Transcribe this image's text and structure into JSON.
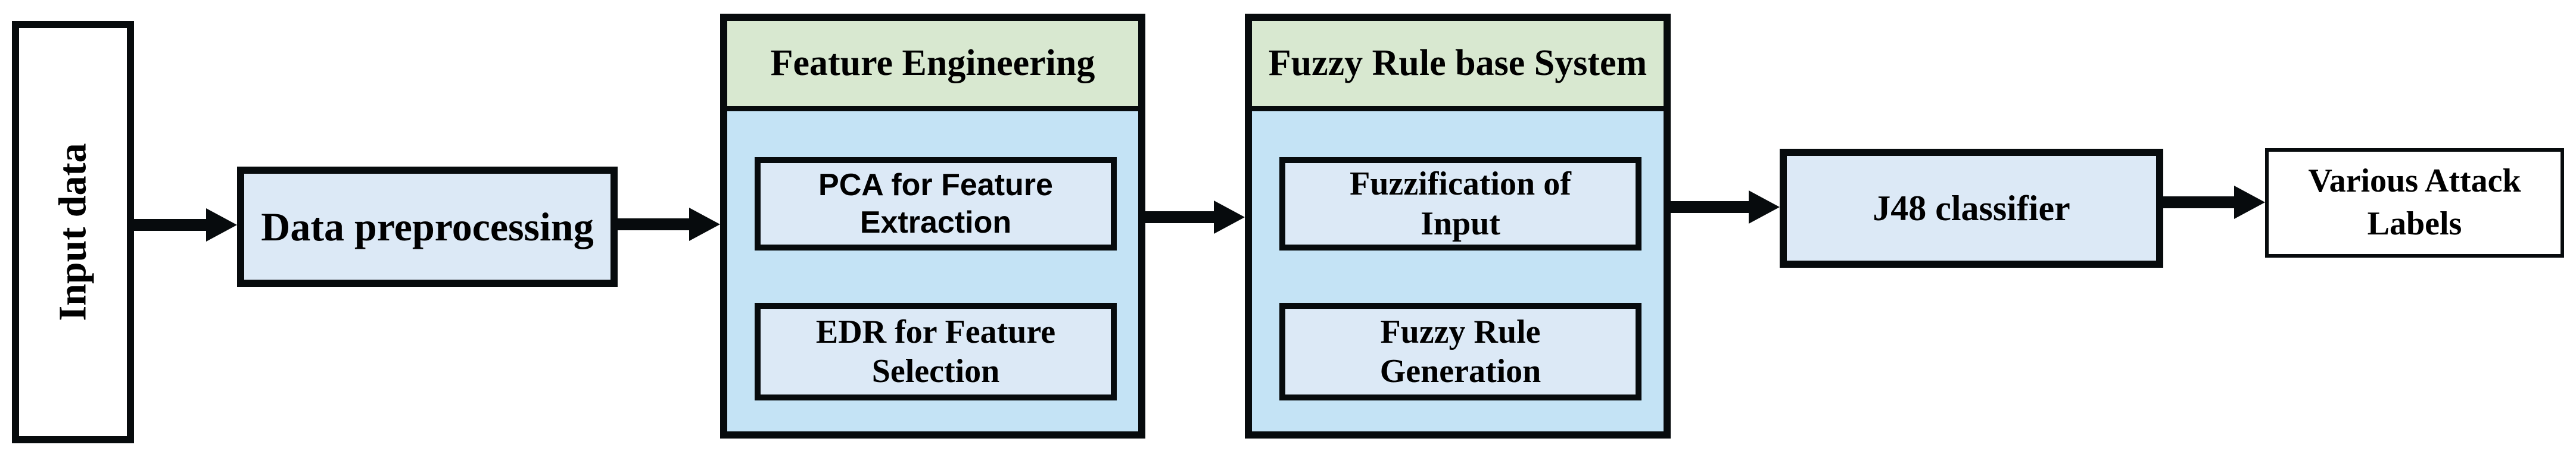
{
  "figure": {
    "type": "flow-diagram",
    "colors": {
      "border_and_arrows": "#070b0d",
      "light_blue_fill": "#dce9f6",
      "container_body_fill": "#c4e3f5",
      "header_green_fill": "#d8e8d0",
      "white_fill": "#ffffff",
      "text_color": "#000000",
      "background": "#ffffff"
    },
    "nodes": {
      "input": {
        "label": "Input data"
      },
      "preprocessing": {
        "label": "Data preprocessing"
      },
      "feature_engineering": {
        "title": "Feature Engineering",
        "pca": {
          "line1": "PCA for Feature",
          "line2": "Extraction"
        },
        "edr": {
          "line1": "EDR for Feature",
          "line2": "Selection"
        }
      },
      "fuzzy_system": {
        "title": "Fuzzy Rule base System",
        "fuzzification": {
          "line1": "Fuzzification of",
          "line2": "Input"
        },
        "rule_generation": {
          "line1": "Fuzzy Rule",
          "line2": "Generation"
        }
      },
      "classifier": {
        "label": "J48 classifier"
      },
      "output": {
        "line1": "Various Attack",
        "line2": "Labels"
      }
    },
    "edges": [
      "input -> preprocessing",
      "preprocessing -> feature_engineering",
      "feature_engineering -> fuzzy_system",
      "fuzzy_system -> classifier",
      "classifier -> output"
    ]
  }
}
